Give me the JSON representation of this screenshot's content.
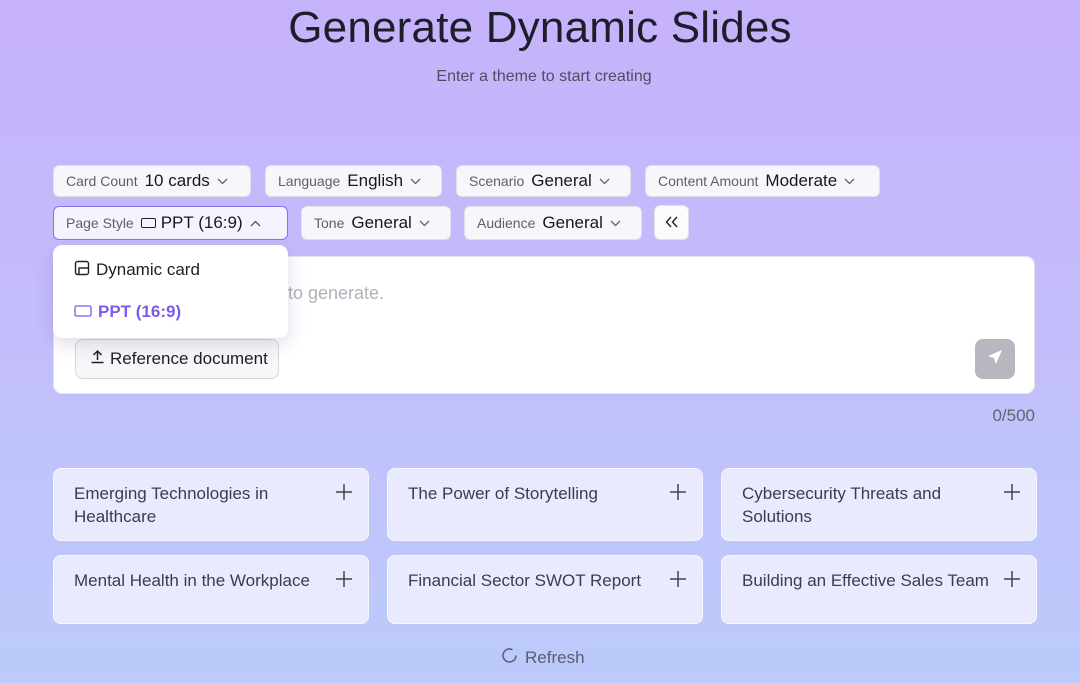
{
  "header": {
    "title": "Generate Dynamic Slides",
    "subtitle": "Enter a theme to start creating"
  },
  "options_row1": [
    {
      "label": "Card Count",
      "value": "10 cards"
    },
    {
      "label": "Language",
      "value": "English"
    },
    {
      "label": "Scenario",
      "value": "General"
    },
    {
      "label": "Content Amount",
      "value": "Moderate"
    }
  ],
  "options_row2": {
    "page_style": {
      "label": "Page Style",
      "value": "PPT (16:9)",
      "expanded": true
    },
    "tone": {
      "label": "Tone",
      "value": "General"
    },
    "audience": {
      "label": "Audience",
      "value": "General"
    },
    "collapse_icon": "double-chevron-left-icon"
  },
  "page_style_dropdown": {
    "options": [
      {
        "label": "Dynamic card",
        "icon": "dynamic-card-icon",
        "selected": false
      },
      {
        "label": "PPT (16:9)",
        "icon": "rectangle-icon",
        "selected": true
      }
    ]
  },
  "input": {
    "placeholder_visible": "to generate.",
    "reference_button": "Reference document",
    "reference_icon": "upload-icon",
    "send_icon": "send-icon",
    "counter": "0/500"
  },
  "suggestions": [
    "Emerging Technologies in Healthcare",
    "The Power of Storytelling",
    "Cybersecurity Threats and Solutions",
    "Mental Health in the Workplace",
    "Financial Sector SWOT Report",
    "Building an Effective Sales Team"
  ],
  "refresh_label": "Refresh",
  "colors": {
    "accent": "#7c5bec",
    "card_bg": "#eaeaff",
    "send_disabled": "#b6b7bf"
  }
}
